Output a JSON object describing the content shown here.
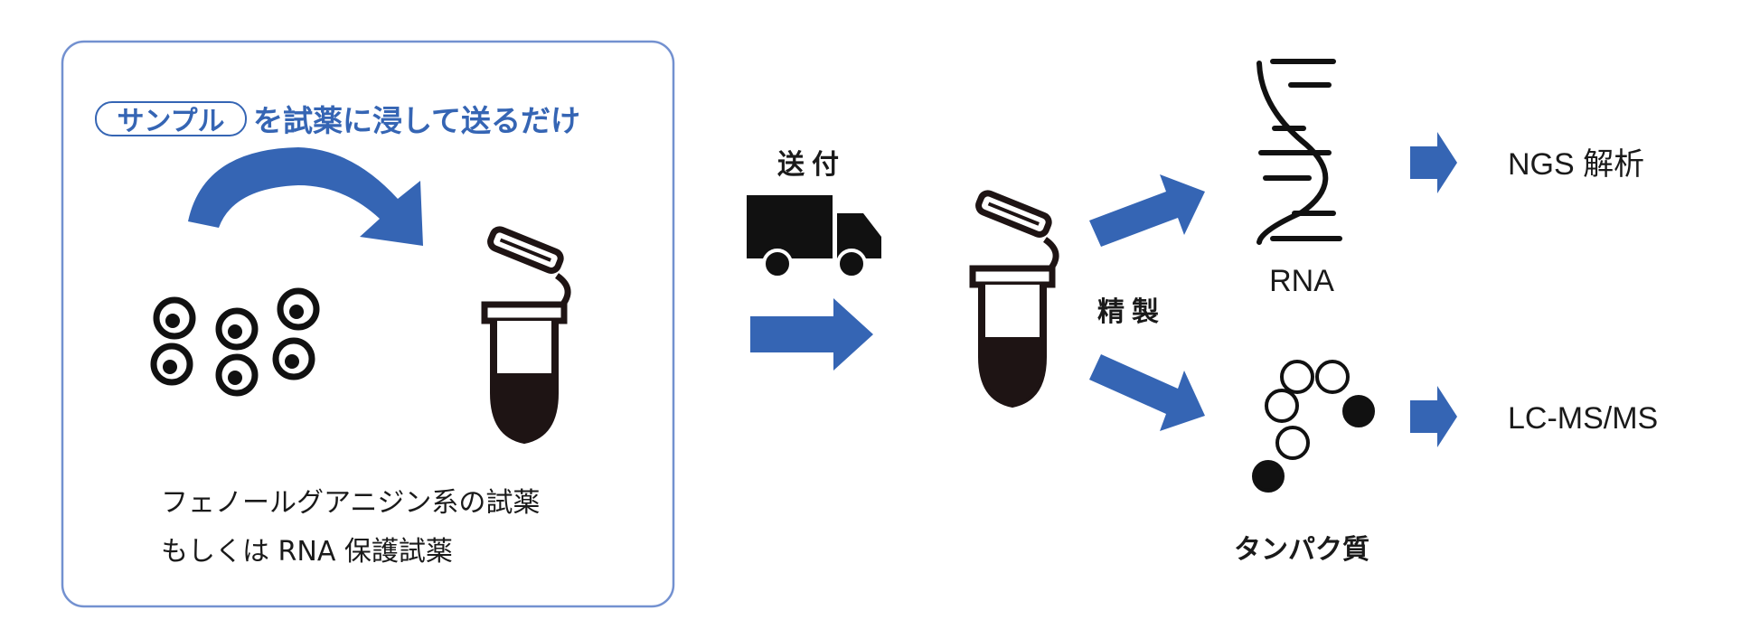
{
  "panel": {
    "sample_label": "サンプル",
    "title_rest": "を試薬に浸して送るだけ",
    "reagent_line1": "フェノールグアニジン系の試薬",
    "reagent_line2": "もしくは RNA 保護試薬"
  },
  "shipping": {
    "label": "送付"
  },
  "purification": {
    "label": "精製"
  },
  "rna": {
    "label": "RNA",
    "analysis": "NGS 解析"
  },
  "protein": {
    "label": "タンパク質",
    "analysis": "LC-MS/MS"
  },
  "colors": {
    "accent": "#3565b4",
    "border": "#7391d0",
    "ink": "#1e1414"
  }
}
